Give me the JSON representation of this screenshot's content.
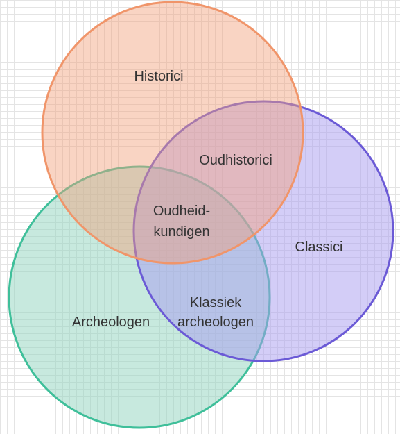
{
  "diagram": {
    "sets": [
      {
        "name": "historici",
        "fill": "#f2a07a",
        "stroke": "#f0956a"
      },
      {
        "name": "classici",
        "fill": "#a89cf0",
        "stroke": "#6b5ad6"
      },
      {
        "name": "archeologen",
        "fill": "#8fd4bd",
        "stroke": "#3fbf9a"
      }
    ],
    "labels": {
      "historici": "Historici",
      "oudhistorici": "Oudhistorici",
      "classici": "Classici",
      "oudheidkundigen_line1": "Oudheid-",
      "oudheidkundigen_line2": "kundigen",
      "klassiek_line1": "Klassiek",
      "klassiek_line2": "archeologen",
      "archeologen": "Archeologen"
    }
  }
}
